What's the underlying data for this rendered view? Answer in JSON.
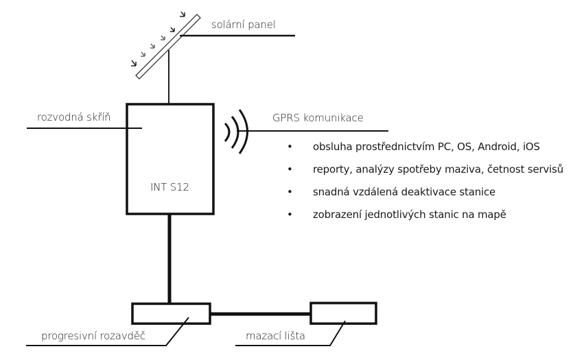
{
  "labels": {
    "solar_panel": "solární panel",
    "cabinet": "rozvodná skříň",
    "unit": "INT S12",
    "gprs": "GPRS komunikace",
    "distributor": "progresivní rozavděč",
    "lube_bar": "mazací lišta"
  },
  "features": [
    "obsluha prostřednictvím PC, OS, Android, iOS",
    "reporty, analýzy spotřeby maziva, četnost servisů",
    "snadná vzdálená deaktivace stanice",
    "zobrazení jednotlivých stanic na mapě"
  ],
  "icons": {
    "sun_rays": "sun-ray-arrows",
    "wireless": "wireless-signal"
  }
}
